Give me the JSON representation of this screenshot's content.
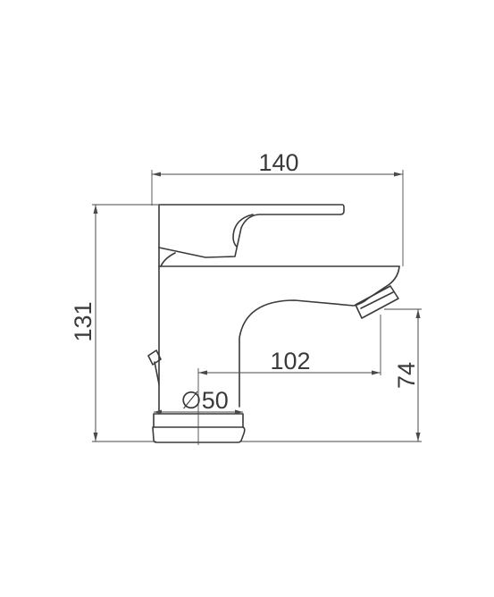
{
  "dimensions": {
    "width": "140",
    "height": "131",
    "spout_reach": "102",
    "spout_height": "74",
    "base_diameter": "∅50"
  }
}
